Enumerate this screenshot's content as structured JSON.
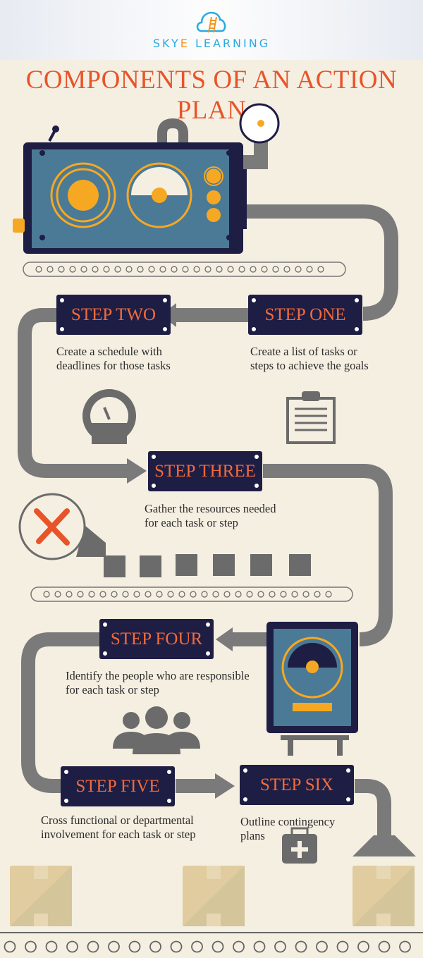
{
  "brand": {
    "name_pre": "SKY",
    "name_e": "E",
    "name_post": " LEARNING",
    "logo": "cloud-ladder-logo"
  },
  "title": "COMPONENTS OF AN ACTION PLAN",
  "colors": {
    "accent": "#e8542a",
    "navy": "#1e1d44",
    "pipe": "#7a7a7a",
    "steel": "#4a7a96",
    "gold": "#f7a823",
    "background": "#f5efe2"
  },
  "steps": [
    {
      "label": "STEP ONE",
      "text": "Create a list of tasks or steps to achieve the goals",
      "icon": "clipboard-icon"
    },
    {
      "label": "STEP TWO",
      "text": "Create a schedule with deadlines for those tasks",
      "icon": "speedometer-icon"
    },
    {
      "label": "STEP THREE",
      "text": "Gather the resources needed for each task or step",
      "icon": "tools-icon"
    },
    {
      "label": "STEP FOUR",
      "text": "Identify the people who are responsible for each task or step",
      "icon": "people-icon"
    },
    {
      "label": "STEP FIVE",
      "text": "Cross functional or departmental involvement for each task or step",
      "icon": ""
    },
    {
      "label": "STEP SIX",
      "text": "Outline contingency plans",
      "icon": "first-aid-kit-icon"
    }
  ]
}
